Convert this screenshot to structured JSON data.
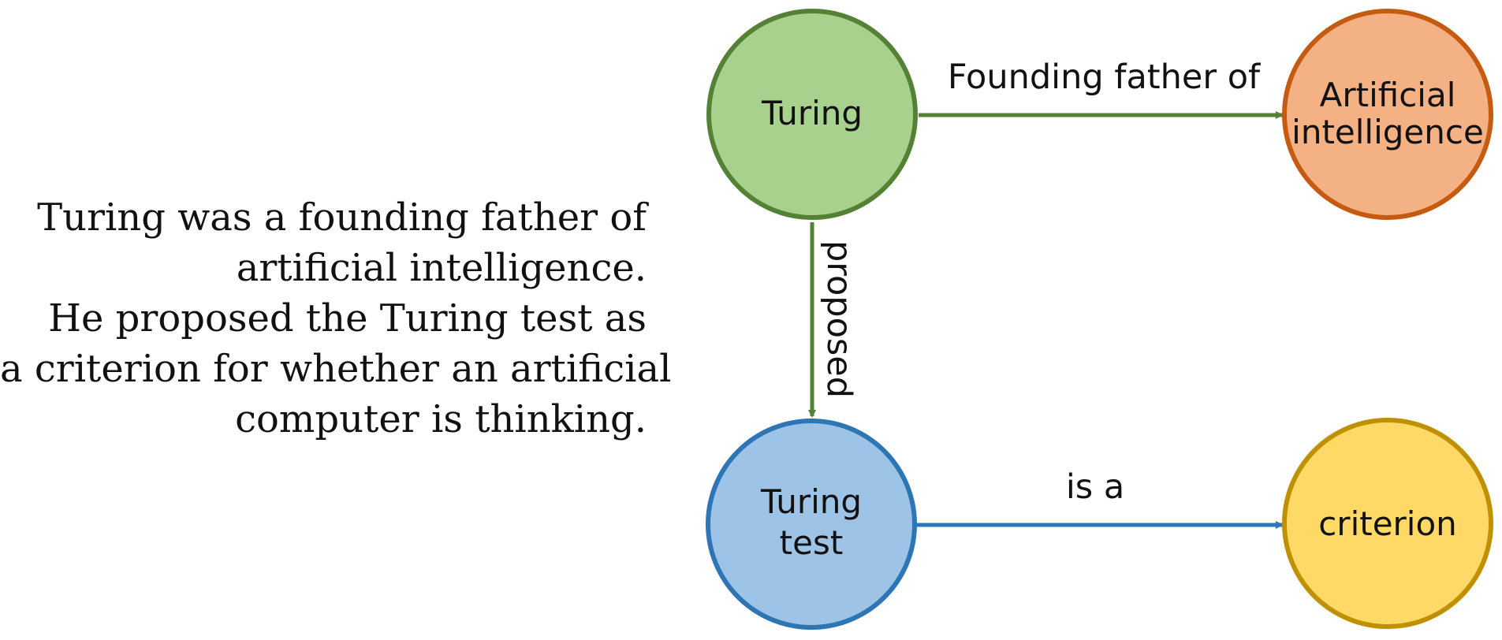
{
  "caption": {
    "lines": [
      "Turing was a founding father of",
      "artificial intelligence.",
      "He proposed the Turing test as",
      "a criterion for whether an artificial",
      "computer is thinking."
    ]
  },
  "nodes": [
    {
      "id": "turing",
      "lines": [
        "Turing"
      ],
      "fill": "#a9d18e",
      "stroke": "#548235"
    },
    {
      "id": "ai",
      "lines": [
        "Artificial",
        "intelligence"
      ],
      "fill": "#f4b183",
      "stroke": "#c55a11"
    },
    {
      "id": "turing-test",
      "lines": [
        "Turing",
        "test"
      ],
      "fill": "#9dc3e6",
      "stroke": "#2e75b6"
    },
    {
      "id": "criterion",
      "lines": [
        "criterion"
      ],
      "fill": "#ffd966",
      "stroke": "#bf9000"
    }
  ],
  "edges": [
    {
      "from": "turing",
      "to": "ai",
      "label": "Founding father of",
      "color": "#548235"
    },
    {
      "from": "turing",
      "to": "turing-test",
      "label": "proposed",
      "color": "#548235"
    },
    {
      "from": "turing-test",
      "to": "criterion",
      "label": "is a",
      "color": "#2e75b6"
    }
  ]
}
